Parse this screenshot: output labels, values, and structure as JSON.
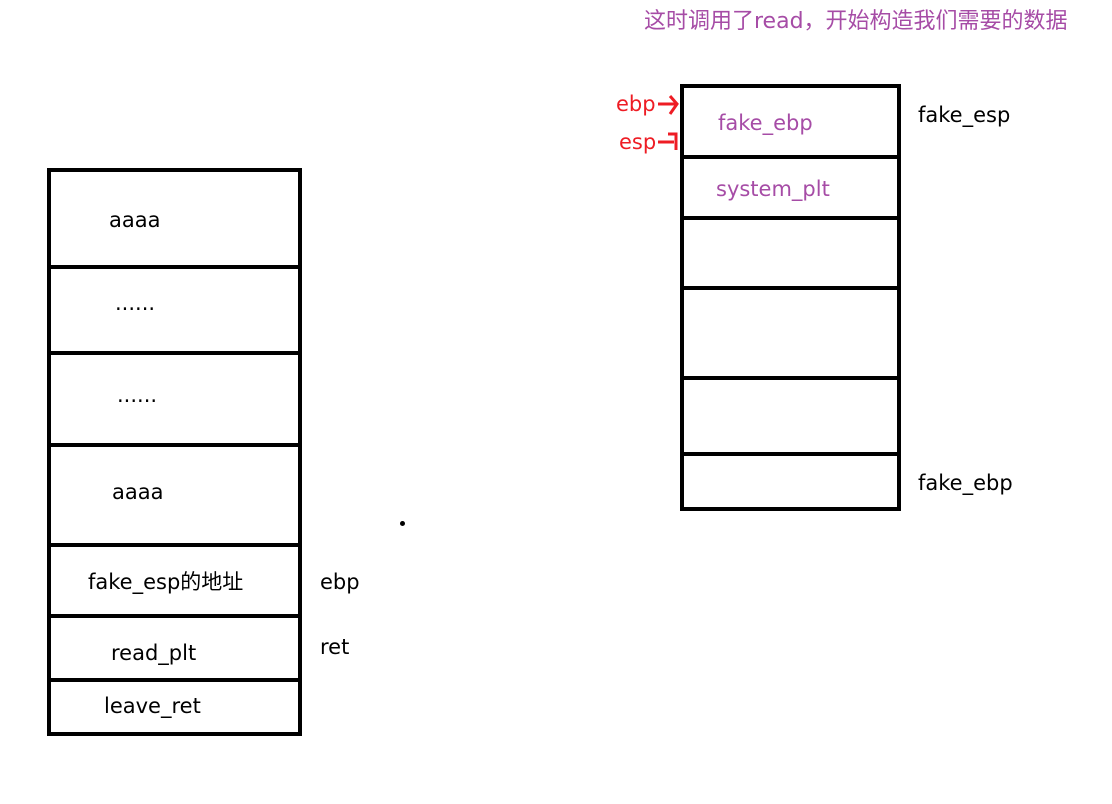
{
  "title": "这时调用了read，开始构造我们需要的数据",
  "left_stack": {
    "cells": [
      "aaaa",
      "......",
      "......",
      "aaaa",
      "fake_esp的地址",
      "read_plt",
      "leave_ret"
    ],
    "labels": {
      "ebp": "ebp",
      "ret": "ret"
    }
  },
  "right_stack": {
    "cells": [
      "fake_ebp",
      "system_plt",
      "",
      "",
      "",
      ""
    ],
    "labels": {
      "top": "fake_esp",
      "bottom": "fake_ebp"
    },
    "pointers": {
      "ebp": "ebp",
      "esp": "esp"
    }
  },
  "colors": {
    "accent": "#a64ca6",
    "pointer": "#ee1c24"
  }
}
